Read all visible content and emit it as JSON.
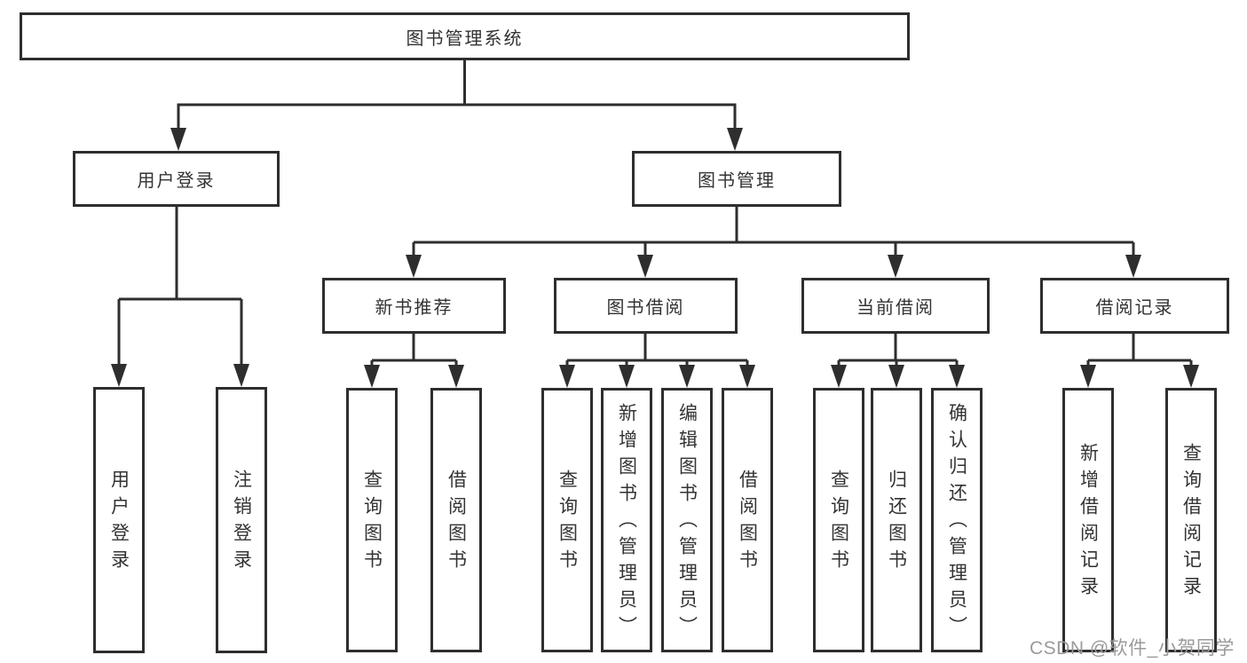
{
  "colors": {
    "background": "#ffffff",
    "line": "#2e2e2e",
    "box_border": "#2e2e2e",
    "text": "#333333",
    "watermark": "#9a9a9a"
  },
  "nodes": {
    "root": "图书管理系统",
    "level1": [
      {
        "label": "用户登录"
      },
      {
        "label": "图书管理"
      }
    ],
    "level2": [
      {
        "label": "新书推荐"
      },
      {
        "label": "图书借阅"
      },
      {
        "label": "当前借阅"
      },
      {
        "label": "借阅记录"
      }
    ],
    "leaves": {
      "user_login_group": [
        {
          "label": "用户登录"
        },
        {
          "label": "注销登录"
        }
      ],
      "new_book_group": [
        {
          "label": "查询图书"
        },
        {
          "label": "借阅图书"
        }
      ],
      "borrow_group": [
        {
          "label": "查询图书"
        },
        {
          "label": "新增图书（管理员）"
        },
        {
          "label": "编辑图书（管理员）"
        },
        {
          "label": "借阅图书"
        }
      ],
      "current_group": [
        {
          "label": "查询图书"
        },
        {
          "label": "归还图书"
        },
        {
          "label": "确认归还（管理员）"
        }
      ],
      "record_group": [
        {
          "label": "新增借阅记录"
        },
        {
          "label": "查询借阅记录"
        }
      ]
    }
  },
  "watermark": {
    "text": "CSDN @软件_小贺同学"
  }
}
